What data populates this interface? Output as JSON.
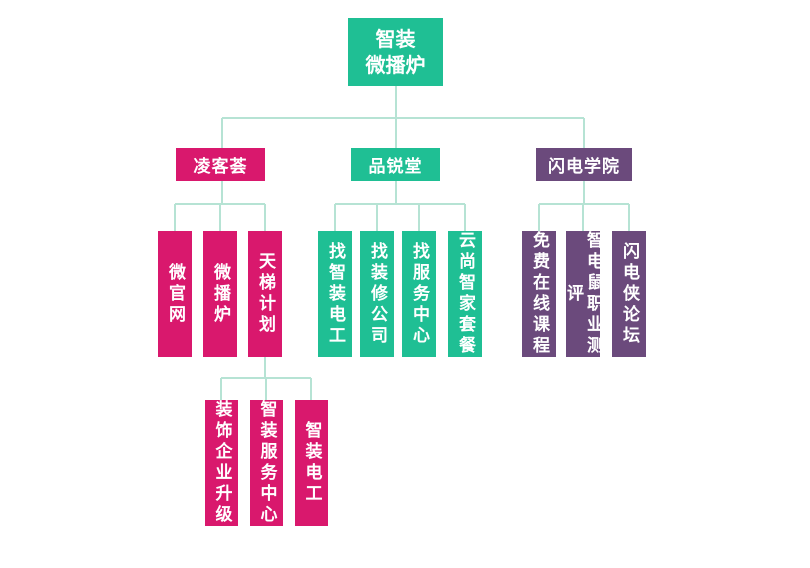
{
  "colors": {
    "teal": "#1fbf94",
    "magenta": "#d9186d",
    "purple": "#6b4a7c",
    "line": "#b6e3d4"
  },
  "root": {
    "line1": "智装",
    "line2": "微播炉"
  },
  "branches": {
    "left": {
      "label": "凌客荟"
    },
    "middle": {
      "label": "品锐堂"
    },
    "right": {
      "label": "闪电学院"
    }
  },
  "leaves": {
    "weiguanwang": "微官网",
    "weibolu": "微播炉",
    "tiantijihua": "天梯计划",
    "zhaozhuangdiangong": "找智装电工",
    "zhaozhuangxiugongsi": "找装修公司",
    "zhaofuwuzhongxin": "找服务中心",
    "yunshangtaocan": "云尚智家套餐",
    "mianfeikecheng": "免费在线课程",
    "zhidianshu": "智电鼠职业测评",
    "shandianluntan": "闪电侠论坛",
    "zhuangshiqiye": "装饰企业升级",
    "zhuangfuwuzhongxin": "智装服务中心",
    "zhuangdiangong": "智装电工"
  }
}
